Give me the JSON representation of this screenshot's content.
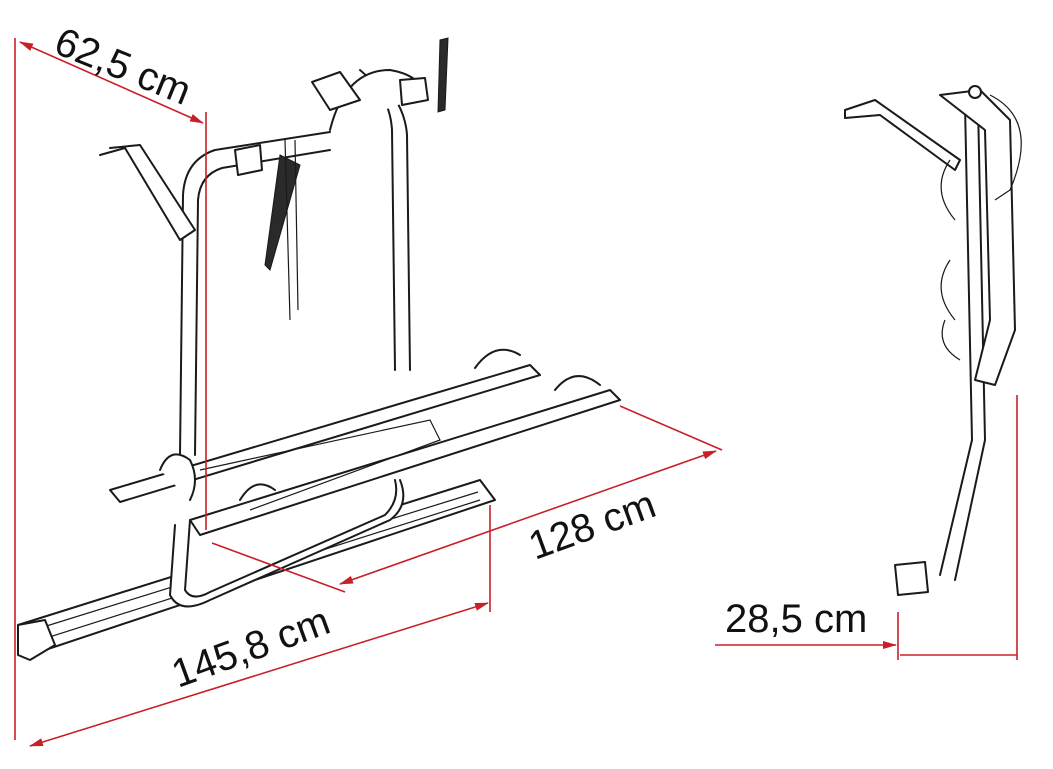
{
  "dimensions": {
    "depth": "62,5 cm",
    "rail_length": "128 cm",
    "total_width": "145,8 cm",
    "folded_depth": "28,5 cm"
  },
  "colors": {
    "dimension_line": "#c8202a",
    "drawing_line": "#1a1a1a"
  }
}
